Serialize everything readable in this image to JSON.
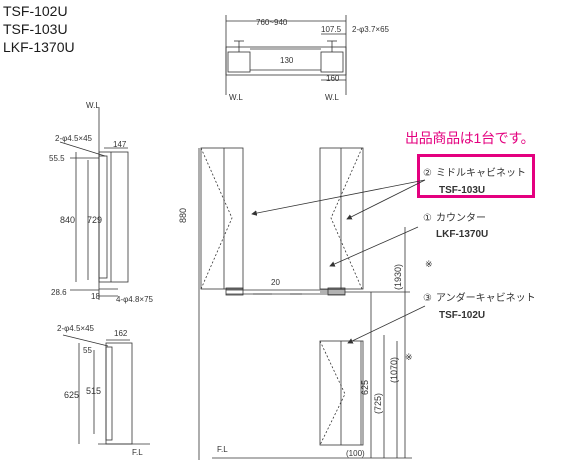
{
  "models": [
    "TSF-102U",
    "TSF-103U",
    "LKF-1370U"
  ],
  "notice": "出品商品は1台です。",
  "callouts": [
    {
      "number": "②",
      "name": "ミドルキャビネット",
      "model": "TSF-103U"
    },
    {
      "number": "①",
      "name": "カウンター",
      "model": "LKF-1370U"
    },
    {
      "number": "③",
      "name": "アンダーキャビネット",
      "model": "TSF-102U"
    }
  ],
  "top_view": {
    "width_range": "760~940",
    "side_offset": "107.5",
    "screw_spec": "2-φ3.7×65",
    "depth": "130",
    "width_side": "160",
    "wall_left": "W.L",
    "wall_right": "W.L"
  },
  "side_upper": {
    "wall": "W.L",
    "screw_top": "2-φ4.5×45",
    "depth": "147",
    "offset_top": "55.5",
    "height_outer": "840",
    "height_inner": "729",
    "offset_bottom": "28.6",
    "bottom_gap": "18",
    "screw_bottom": "4-φ4.8×75"
  },
  "side_lower": {
    "screw_top": "2-φ4.5×45",
    "depth": "162",
    "offset_top": "55",
    "height_outer": "625",
    "height_inner": "515",
    "floor": "F.L"
  },
  "front_view": {
    "cabinet_height": "880",
    "counter_gap": "20",
    "total_height": "(1930)",
    "total_mark": "※",
    "counter_height": "(1070)",
    "counter_mark": "※",
    "lower_height": "625",
    "lower_base": "(725)",
    "plinth": "(100)",
    "floor": "F.L"
  }
}
